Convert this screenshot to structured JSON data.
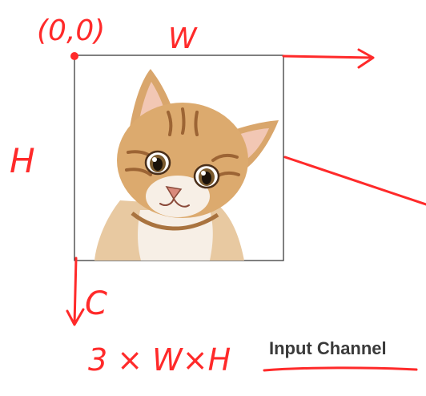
{
  "annotations": {
    "origin": "(0,0)",
    "width_label": "W",
    "height_label": "H",
    "channel_label": "C",
    "dims_formula": "3 × W×H"
  },
  "caption": {
    "text": "Input Channel"
  },
  "colors": {
    "annotation_red": "#ff2a2a",
    "caption_text": "#3a3a3a",
    "frame_border": "#2b2b2b"
  },
  "image": {
    "subject": "kitten-illustration"
  }
}
